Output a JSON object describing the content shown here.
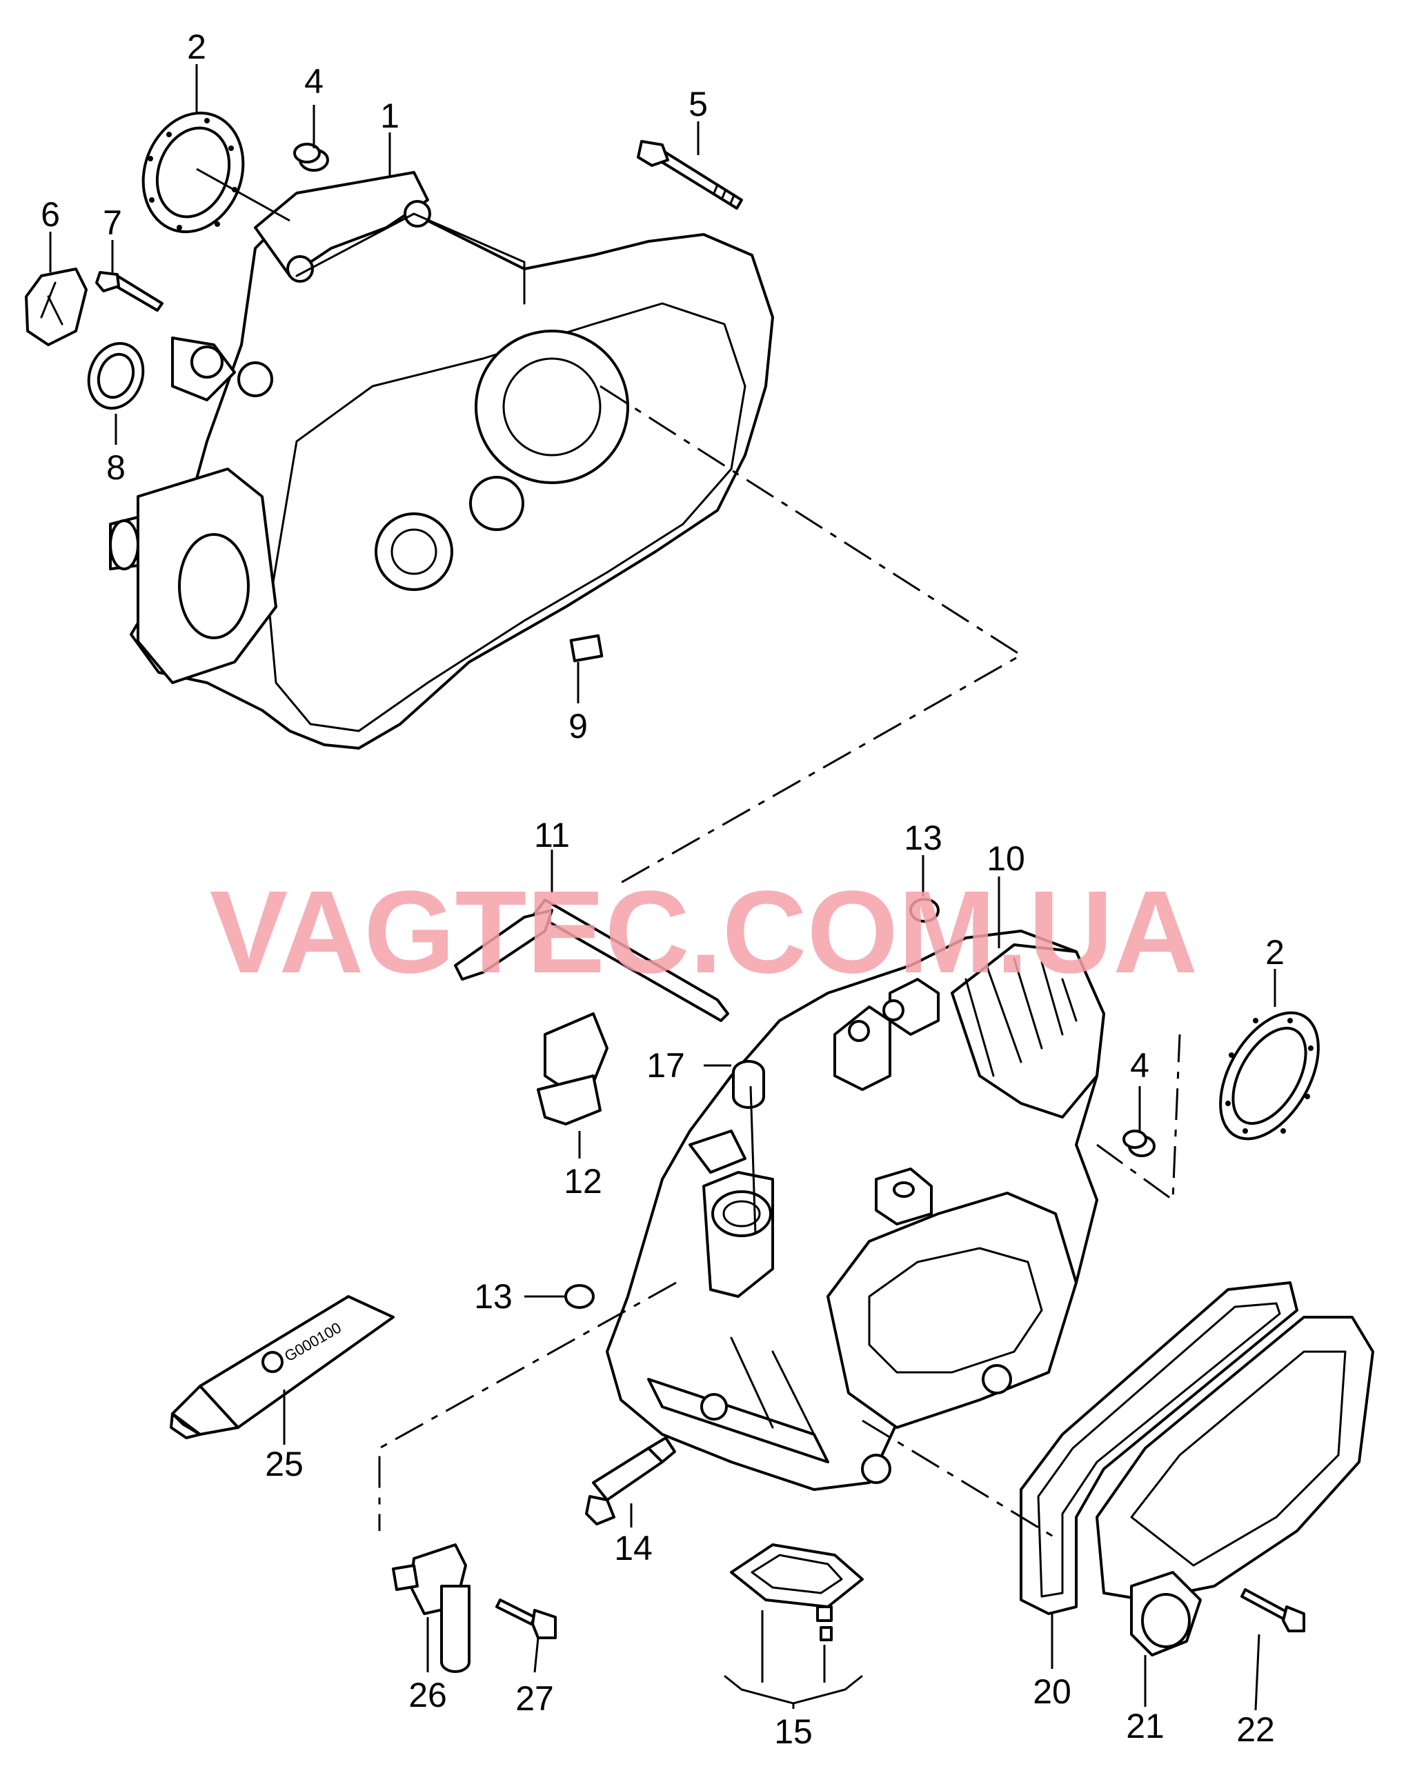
{
  "watermark": "VAGTEC.COM.UA",
  "tube_label": "G000100",
  "callouts": [
    "1",
    "2",
    "4",
    "5",
    "6",
    "7",
    "8",
    "9",
    "11",
    "13",
    "10",
    "2",
    "17",
    "4",
    "12",
    "13",
    "25",
    "14",
    "26",
    "27",
    "15",
    "20",
    "21",
    "22"
  ]
}
